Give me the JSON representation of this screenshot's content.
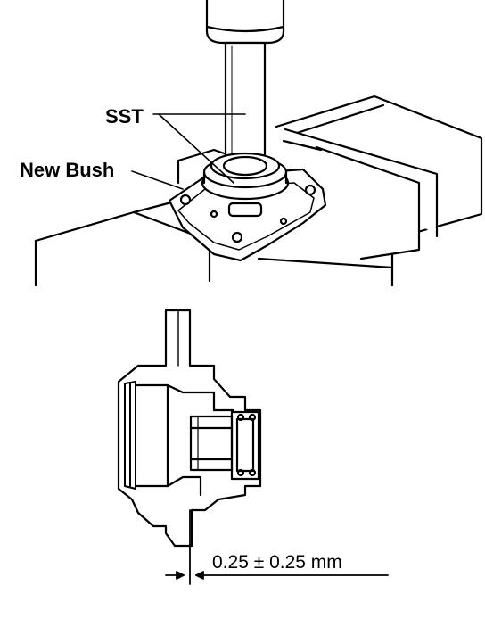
{
  "labels": {
    "sst": "SST",
    "new_bush": "New Bush",
    "dimension": "0.25 ± 0.25 mm"
  },
  "colors": {
    "ink": "#000000",
    "paper": "#ffffff"
  }
}
